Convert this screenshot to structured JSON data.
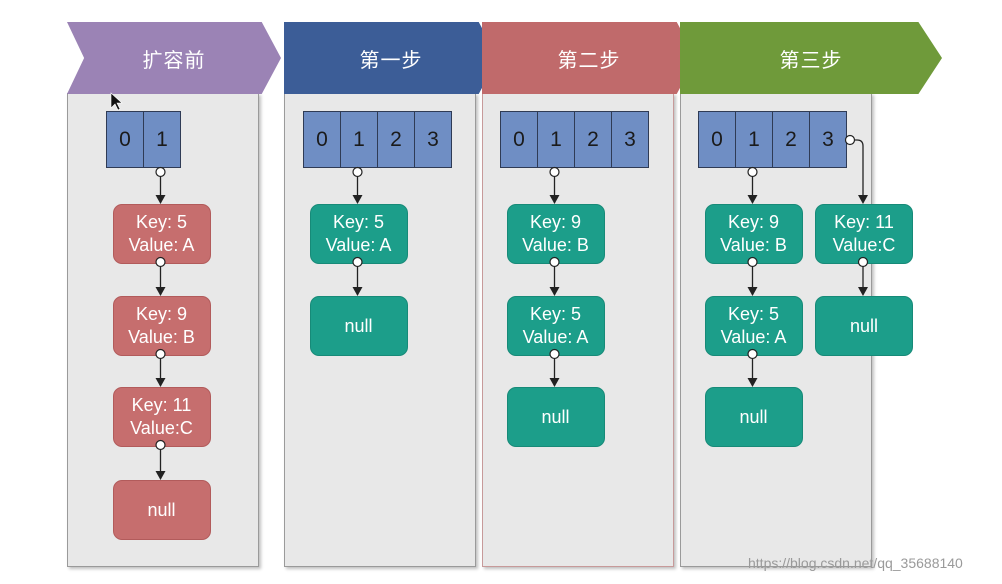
{
  "stages": [
    {
      "title": "扩容前",
      "color": "#9b83b5",
      "cells": [
        "0",
        "1"
      ],
      "nodes": [
        {
          "key": "Key: 5",
          "value": "Value: A"
        },
        {
          "key": "Key: 9",
          "value": "Value: B"
        },
        {
          "key": "Key: 11",
          "value": "Value:C"
        },
        {
          "key": "null",
          "value": ""
        }
      ]
    },
    {
      "title": "第一步",
      "color": "#3c5d97",
      "cells": [
        "0",
        "1",
        "2",
        "3"
      ],
      "nodes": [
        {
          "key": "Key: 5",
          "value": "Value: A"
        },
        {
          "key": "null",
          "value": ""
        }
      ]
    },
    {
      "title": "第二步",
      "color": "#c06a6b",
      "cells": [
        "0",
        "1",
        "2",
        "3"
      ],
      "nodes": [
        {
          "key": "Key: 9",
          "value": "Value: B"
        },
        {
          "key": "Key: 5",
          "value": "Value: A"
        },
        {
          "key": "null",
          "value": ""
        }
      ]
    },
    {
      "title": "第三步",
      "color": "#6f9a3a",
      "cells": [
        "0",
        "1",
        "2",
        "3"
      ],
      "nodes": [
        {
          "key": "Key: 9",
          "value": "Value: B"
        },
        {
          "key": "Key: 5",
          "value": "Value: A"
        },
        {
          "key": "null",
          "value": ""
        },
        {
          "key": "Key: 11",
          "value": "Value:C"
        },
        {
          "key": "null",
          "value": ""
        }
      ]
    }
  ],
  "colors": {
    "red_node": "#c66e6e",
    "teal_node": "#1c9e8a",
    "cell": "#6f8ec4",
    "panel": "#e8e8e8"
  },
  "watermark": "https://blog.csdn.net/qq_35688140",
  "icons": {
    "cursor": "cursor-arrow-icon"
  }
}
